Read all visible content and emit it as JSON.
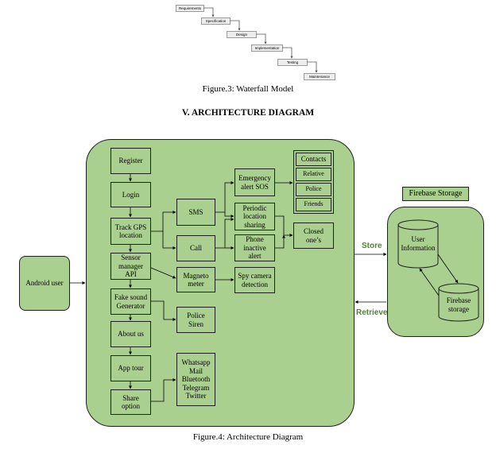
{
  "waterfall": {
    "steps": [
      "Requirements",
      "Specification",
      "Design",
      "Implementation",
      "Testing",
      "Maintenance"
    ],
    "caption": "Figure.3: Waterfall Model"
  },
  "section_heading": "V.  ARCHITECTURE DIAGRAM",
  "diagram": {
    "android_user": "Android user",
    "app_column": [
      "Register",
      "Login",
      "Track GPS\nlocation",
      "Sensor\nmanager\nAPI",
      "Fake sound\nGenerator",
      "About us",
      "App tour",
      "Share\noption"
    ],
    "sms": "SMS",
    "call": "Call",
    "magneto_meter": "Magneto\nmeter",
    "police_siren": "Police\nSiren",
    "share_targets": "Whatsapp\nMail\nBluetooth\nTelegram\nTwitter",
    "emergency_alert": "Emergency\nalert SOS",
    "periodic_location": "Periodic\nlocation\nsharing",
    "phone_inactive": "Phone\ninactive\nalert",
    "spy_camera": "Spy camera\ndetection",
    "contacts": {
      "title": "Contacts",
      "items": [
        "Relative",
        "Police",
        "Friends"
      ]
    },
    "closed_ones": "Closed\none’s",
    "firebase": {
      "title": "Firebase Storage",
      "user_information": "User\nInformation",
      "firebase_storage": "Firebase\nstorage"
    },
    "store_label": "Store",
    "retrieve_label": "Retrieve"
  },
  "caption": "Figure.4: Architecture Diagram"
}
